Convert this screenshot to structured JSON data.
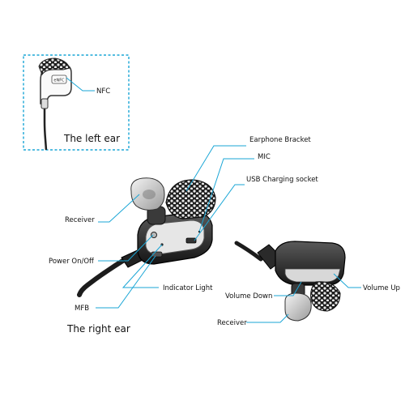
{
  "colors": {
    "leader_line": "#1aa6d6",
    "ink": "#111111",
    "inset_border": "#1aa6d6"
  },
  "inset": {
    "chip_text": "eNFC",
    "nfc_label": "NFC",
    "caption": "The left ear"
  },
  "right_ear": {
    "caption": "The right ear",
    "labels": {
      "earphone_bracket": "Earphone Bracket",
      "mic": "MIC",
      "usb_socket": "USB Charging socket",
      "receiver": "Receiver",
      "power": "Power On/Off",
      "indicator": "Indicator Light",
      "mfb": "MFB"
    }
  },
  "side_view": {
    "labels": {
      "volume_down": "Volume Down",
      "volume_up": "Volume Up",
      "receiver": "Receiver"
    }
  }
}
